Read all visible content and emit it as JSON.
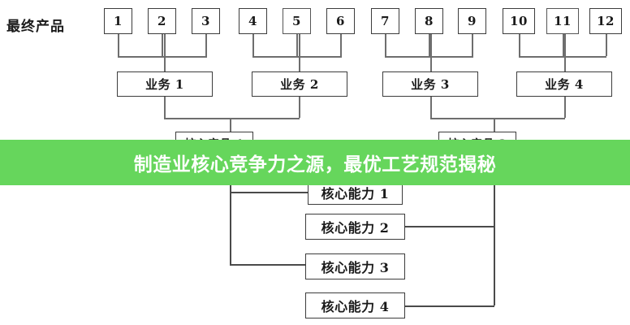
{
  "diagram": {
    "row_label": "最终产品",
    "final_products": [
      {
        "label": "1"
      },
      {
        "label": "2"
      },
      {
        "label": "3"
      },
      {
        "label": "4"
      },
      {
        "label": "5"
      },
      {
        "label": "6"
      },
      {
        "label": "7"
      },
      {
        "label": "8"
      },
      {
        "label": "9"
      },
      {
        "label": "10"
      },
      {
        "label": "11"
      },
      {
        "label": "12"
      }
    ],
    "businesses": [
      {
        "label": "业务 1"
      },
      {
        "label": "业务 2"
      },
      {
        "label": "业务 3"
      },
      {
        "label": "业务 4"
      }
    ],
    "core_products": [
      {
        "label": "核心产品 1"
      },
      {
        "label": "核心产品 2"
      }
    ],
    "core_capabilities": [
      {
        "label": "核心能力 1"
      },
      {
        "label": "核心能力 2"
      },
      {
        "label": "核心能力 3"
      },
      {
        "label": "核心能力 4"
      }
    ]
  },
  "banner": {
    "title": "制造业核心竞争力之源，最优工艺规范揭秘",
    "background_color": "#66d65c",
    "text_color": "#ffffff"
  },
  "colors": {
    "page_background": "#ffffff",
    "line": "#4a4a4a",
    "box_border": "#3c3c3c",
    "text": "#1a1a1a"
  }
}
